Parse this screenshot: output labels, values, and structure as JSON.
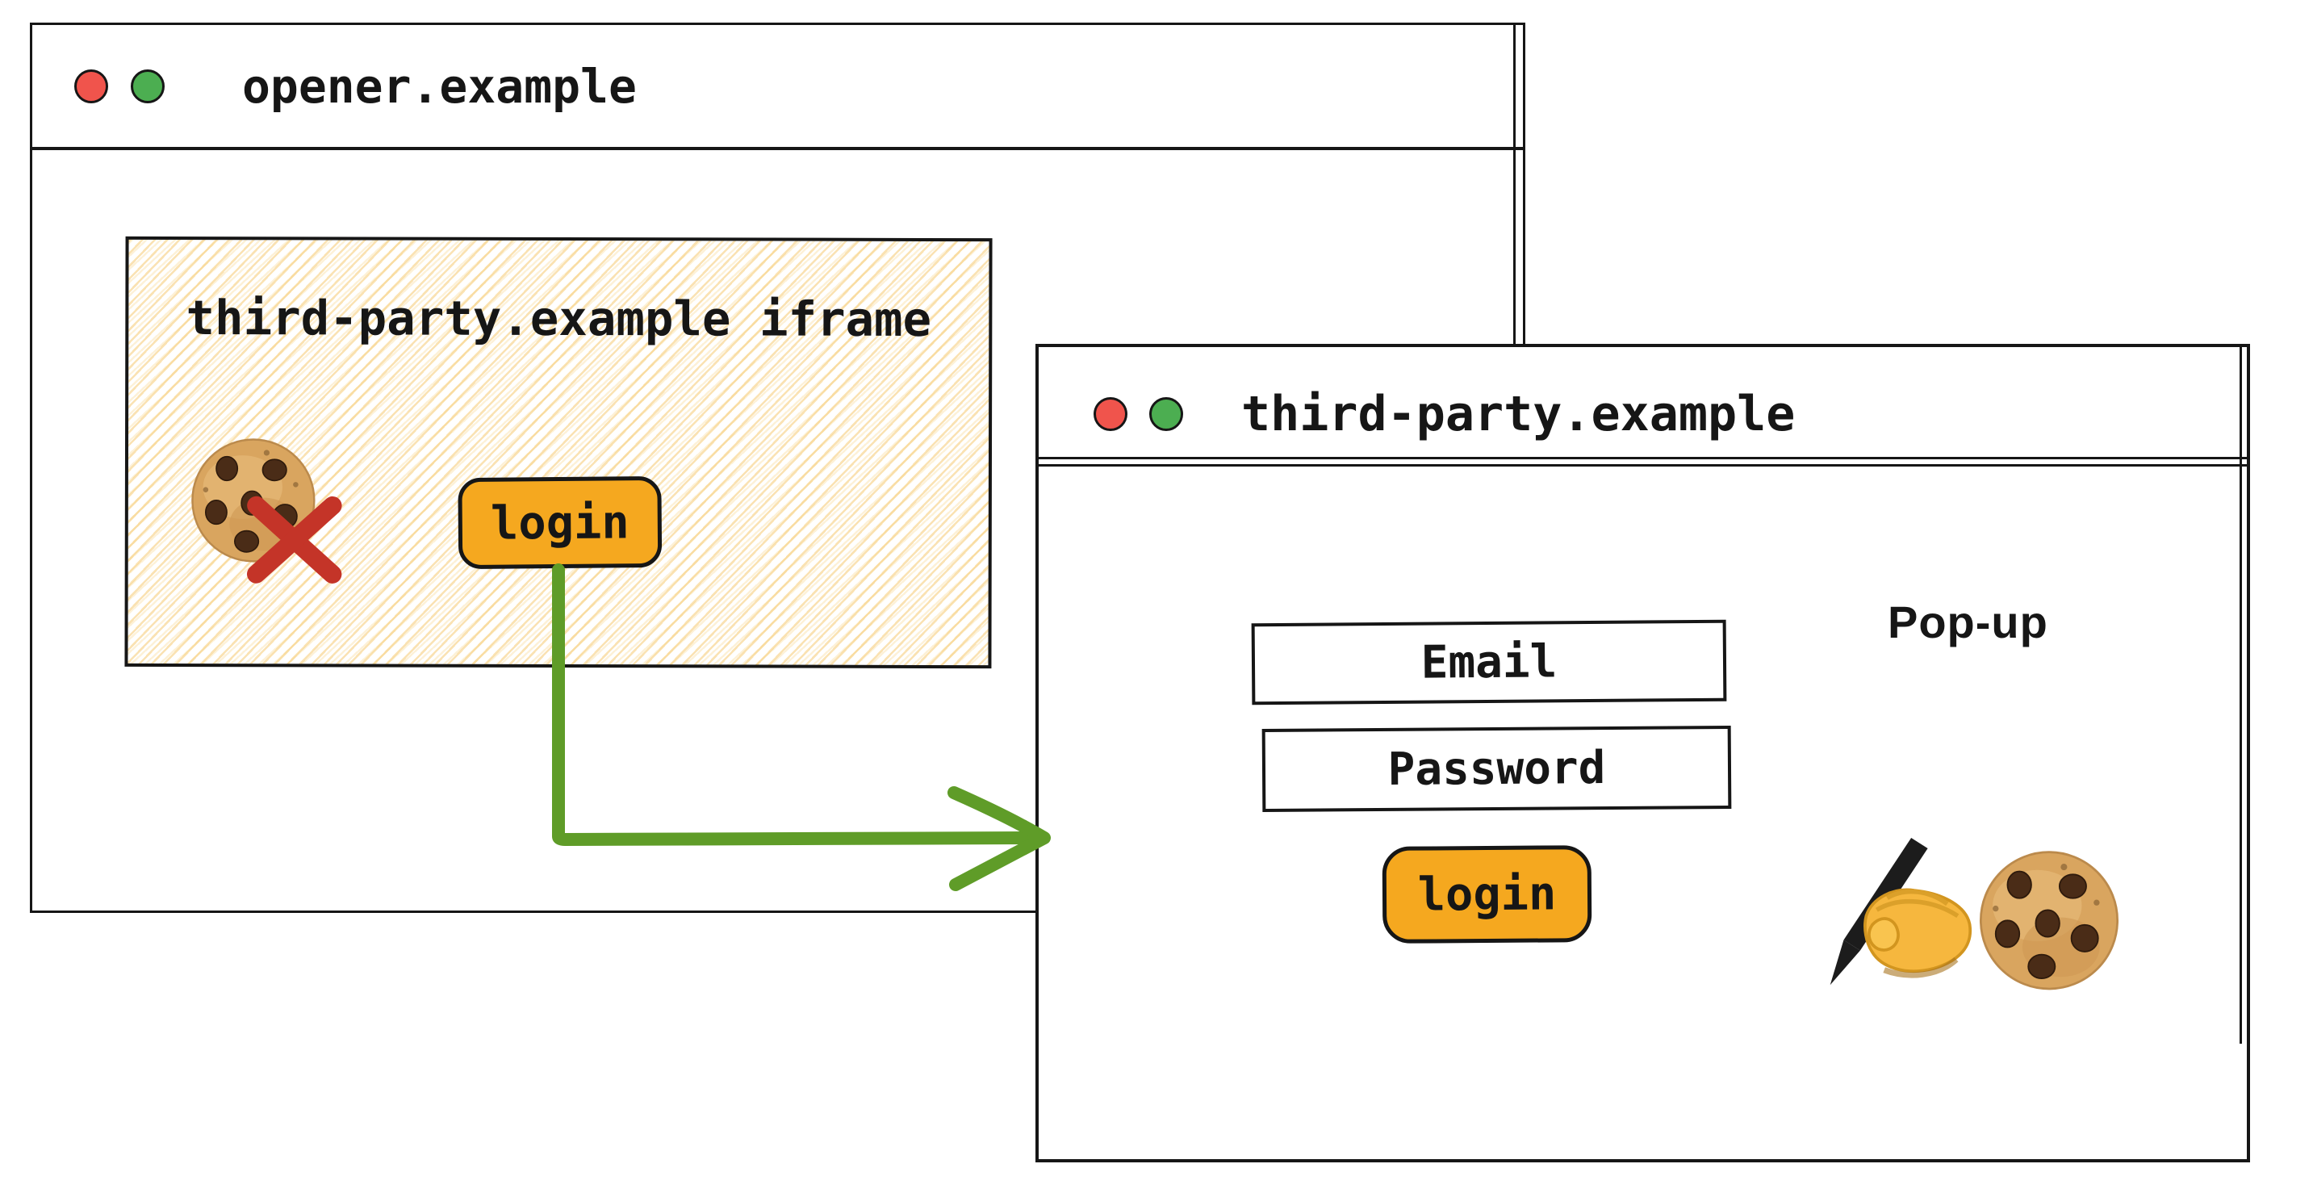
{
  "colors": {
    "ink": "#161616",
    "dot_red": "#f0544c",
    "dot_green": "#4cae51",
    "button_orange": "#f5a81f",
    "arrow_green": "#5f9c28",
    "blocked_red": "#c43428",
    "hatch_line": "#f6cb74"
  },
  "opener_window": {
    "title": "opener.example",
    "window_controls": [
      "red-dot-icon",
      "green-dot-icon"
    ],
    "iframe": {
      "label": "third-party.example iframe",
      "login_button_label": "login",
      "icons": [
        "cookie-emoji",
        "blocked-red-cross"
      ]
    }
  },
  "flow": {
    "arrow_icon": "green-elbow-arrow"
  },
  "popup_window": {
    "title": "third-party.example",
    "window_controls": [
      "red-dot-icon",
      "green-dot-icon"
    ],
    "window_type_label": "Pop-up",
    "email_field_label": "Email",
    "password_field_label": "Password",
    "login_button_label": "login",
    "icons": [
      "writing-hand-emoji",
      "cookie-emoji"
    ]
  }
}
